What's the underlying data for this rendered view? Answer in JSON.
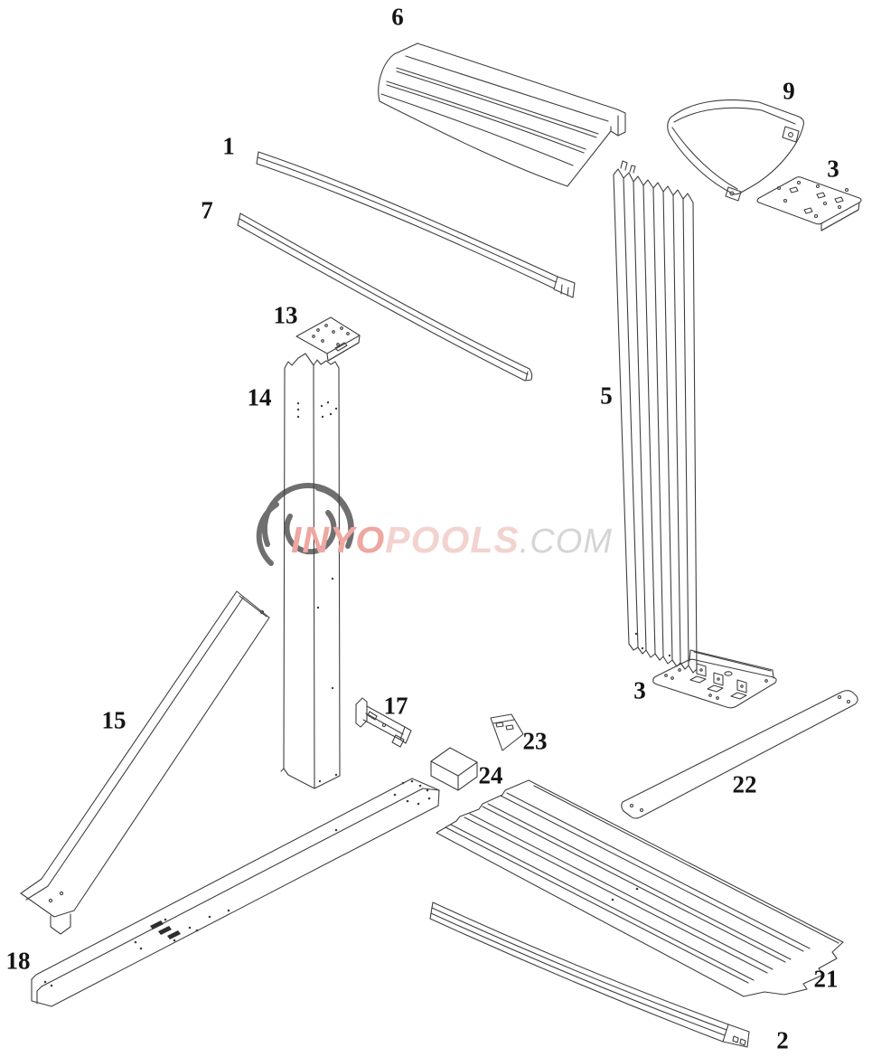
{
  "page": {
    "background": "#ffffff"
  },
  "colors": {
    "line": "#3f3f3f",
    "label_text": "#141414",
    "watermark_red": "#efa7a1",
    "watermark_pink": "#f2d3d0",
    "watermark_gray": "#d5d5d5",
    "watermark_blue": "#cddff4"
  },
  "watermark": {
    "segment_red": "INYO",
    "segment_pink": "POOLS",
    "segment_gray": ".COM",
    "logo": "blue-swirl-circle"
  },
  "parts": [
    {
      "number": "6",
      "sketch": "top-ledge-section"
    },
    {
      "number": "9",
      "sketch": "top-cap"
    },
    {
      "number": "1",
      "sketch": "curved-top-rail-with-end-cap"
    },
    {
      "number": "7",
      "sketch": "curved-rail-strip"
    },
    {
      "number": "3",
      "sketch": "flat-plate-with-holes"
    },
    {
      "number": "13",
      "sketch": "upright-top-plate"
    },
    {
      "number": "14",
      "sketch": "square-upright-post"
    },
    {
      "number": "5",
      "sketch": "fluted-upright-column"
    },
    {
      "number": "3",
      "sketch": "bottom-plate-with-brackets"
    },
    {
      "number": "15",
      "sketch": "diagonal-channel"
    },
    {
      "number": "17",
      "sketch": "small-bracket"
    },
    {
      "number": "23",
      "sketch": "small-slotted-plate"
    },
    {
      "number": "24",
      "sketch": "spacer-block"
    },
    {
      "number": "22",
      "sketch": "flat-strap"
    },
    {
      "number": "18",
      "sketch": "bottom-channel-beam"
    },
    {
      "number": "21",
      "sketch": "corrugated-wall-panel"
    },
    {
      "number": "2",
      "sketch": "curved-bottom-rail"
    }
  ]
}
